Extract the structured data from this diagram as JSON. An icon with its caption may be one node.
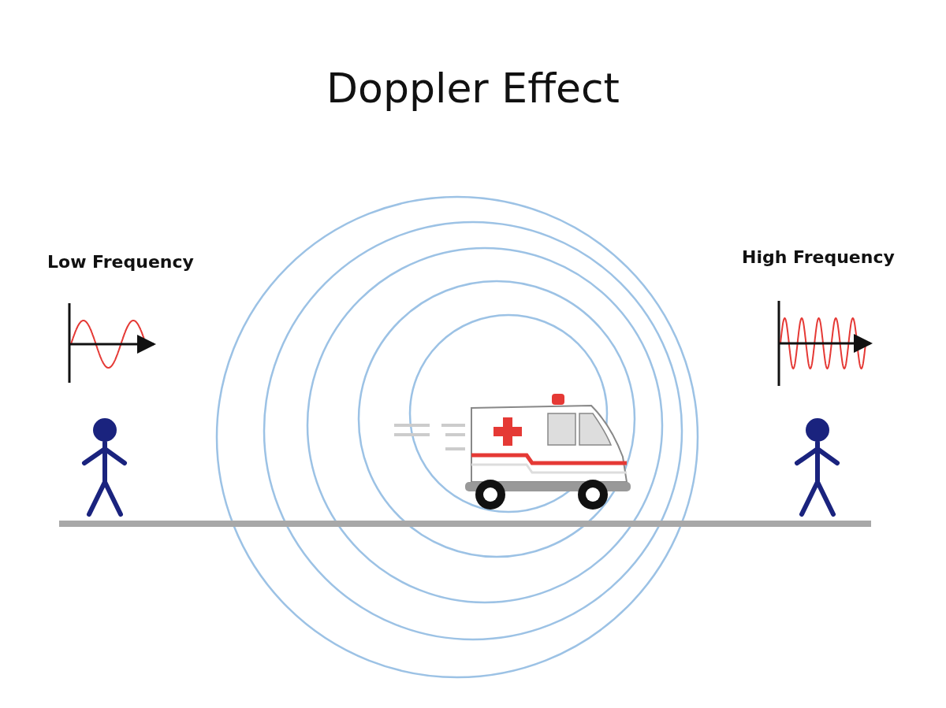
{
  "diagram": {
    "title": "Doppler Effect",
    "labels": [
      "Low Frequency",
      "High Frequency"
    ]
  }
}
